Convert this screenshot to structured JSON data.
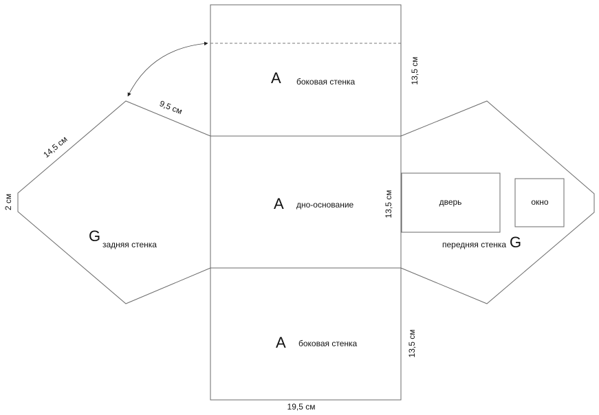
{
  "panels": {
    "top_side": {
      "letter": "A",
      "label": "боковая стенка",
      "dim": "13,5 см"
    },
    "bottom_base": {
      "letter": "A",
      "label": "дно-основание",
      "dim": "13,5 см"
    },
    "lower_side": {
      "letter": "A",
      "label": "боковая стенка",
      "dim": "13,5 см",
      "width_dim": "19,5 см"
    },
    "back_wall": {
      "letter": "G",
      "label": "задняя стенка",
      "dim_slope": "14,5 см",
      "dim_roof": "9,5 см",
      "dim_short": "2 см"
    },
    "front_wall": {
      "letter": "G",
      "label": "передняя стенка",
      "door": "дверь",
      "window": "окно"
    }
  }
}
